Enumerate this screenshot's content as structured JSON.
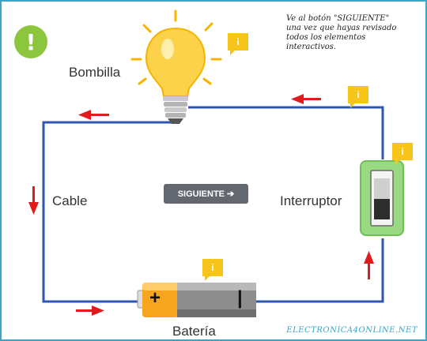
{
  "instruction": "Ve al botón \"SIGUIENTE\" una vez que hayas revisado todos los elementos interactivos.",
  "labels": {
    "bulb": "Bombilla",
    "cable": "Cable",
    "switch": "Interruptor",
    "battery": "Batería"
  },
  "battery_signs": {
    "plus": "+",
    "minus": "|"
  },
  "next_button": "SIGUIENTE ➔",
  "info_label": "i",
  "alert_icon_text": "!",
  "footer": "ELECTRONICA4ONLINE.NET",
  "colors": {
    "wire": "#2f56b0",
    "arrow": "#e01b1b",
    "info": "#f7c519",
    "alert": "#8cc63f",
    "button": "#636770",
    "switch_green": "#98d982",
    "border": "#3aa5c6"
  }
}
